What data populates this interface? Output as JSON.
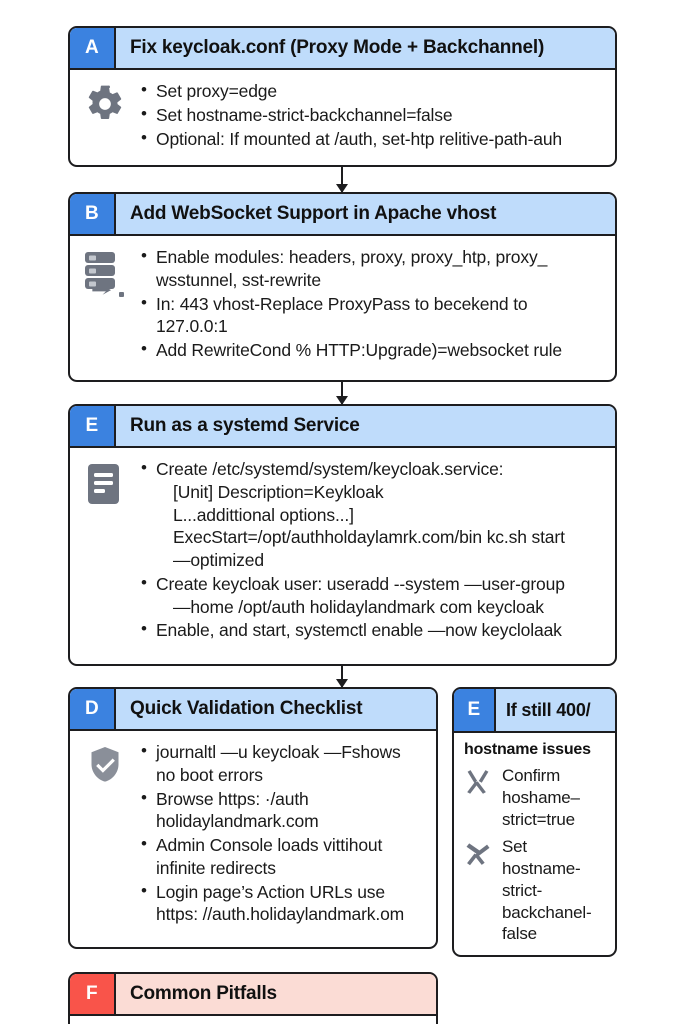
{
  "meta": {
    "accent_blue": "#3b82e0",
    "header_blue": "#bfdcfb",
    "accent_red": "#f9544a",
    "header_red": "#fbdcd5",
    "border": "#1d1d1f",
    "icon_gray": "#6e7480"
  },
  "sections": {
    "a": {
      "badge": "A",
      "title": "Fix keycloak.conf (Proxy Mode + Backchannel)",
      "icon": "gear-icon",
      "bullets": [
        "Set proxy=edge",
        "Set hostname-strict-backchannel=false",
        "Optional: If mounted at /auth, set-htp relitive-path-auh"
      ]
    },
    "b": {
      "badge": "B",
      "title": "Add WebSocket Support in Apache vhost",
      "icon": "server-stack-icon",
      "bullets": [
        "Enable modules: headers, proxy, proxy_htp, proxy_ wsstunnel, sst-rewrite",
        "In: 443 vhost-Replace ProxyPass to becekend to 127.0.0:1",
        "Add RewriteCond % HTTP:Upgrade)=websocket rule"
      ]
    },
    "e_main": {
      "badge": "E",
      "title": "Run as a systemd Service",
      "icon": "document-lines-icon",
      "bullets": [
        {
          "main": "Create /etc/systemd/system/keycloak.service:",
          "subs": [
            "[Unit]  Description=Keykloak",
            "L...addittional options...]",
            "ExecStart=/opt/authholdaylamrk.com/bin kc.sh start",
            "—optimized"
          ]
        },
        {
          "main": "Create keycloak user: useradd --system —user-group",
          "subs": [
            "—home /opt/auth holidaylandmark com keycloak"
          ]
        },
        {
          "main": "Enable, and start, systemctl enable —now keyclolaak",
          "subs": []
        }
      ]
    },
    "d": {
      "badge": "D",
      "title": "Quick Validation Checklist",
      "icon": "shield-check-icon",
      "bullets": [
        "journaltl —u keycloak —Fshows no boot errors",
        "Browse https: ·/auth holidaylandmark.com",
        "Admin Console loads vittihout infinite redirects",
        "Login page’s Action URLs use https: //auth.holidaylandmark.om"
      ]
    },
    "e_side": {
      "badge": "E",
      "title": "If still 400/",
      "subtitle": "hostname issues",
      "items": [
        {
          "icon": "crossed-tools-icon",
          "text": "Confirm hoshame–strict=true"
        },
        {
          "icon": "crossed-tools-icon",
          "text": "Set hostname-strict-backchanel-false"
        }
      ]
    },
    "f": {
      "badge": "F",
      "title": "Common Pitfalls"
    }
  }
}
